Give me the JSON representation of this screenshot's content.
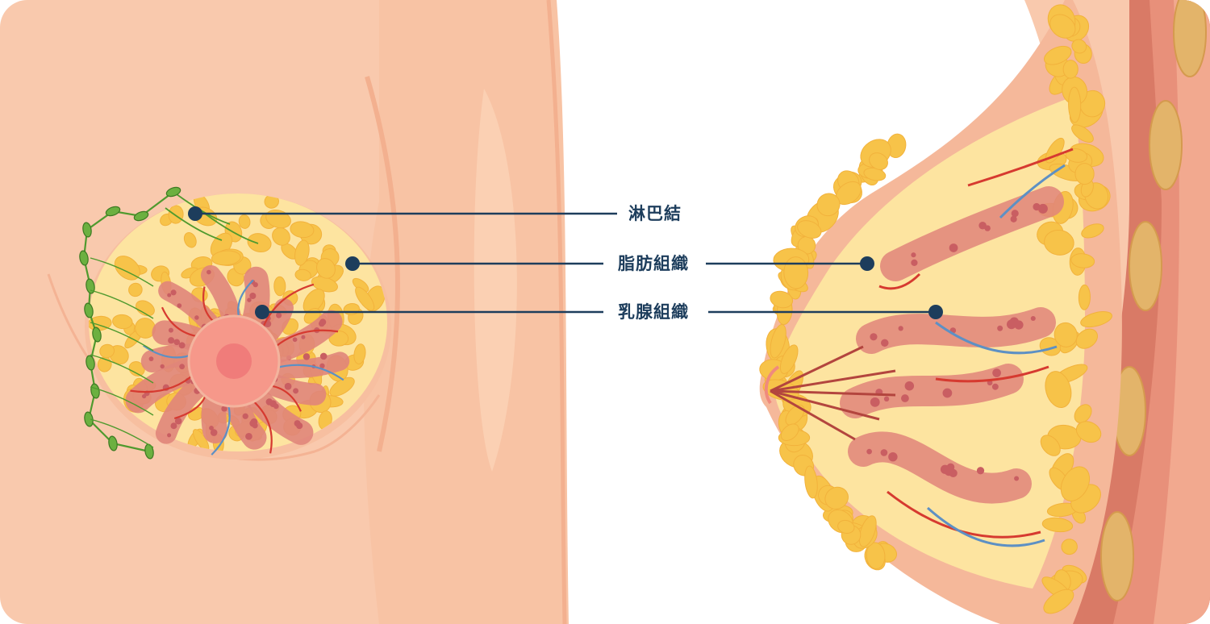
{
  "labels": {
    "lymph_node": "淋巴結",
    "adipose_tissue": "脂肪組織",
    "glandular_tissue": "乳腺組織"
  },
  "colors": {
    "skin": "#f9c9ad",
    "skin_dark": "#f4b394",
    "fat": "#f7c349",
    "fat_light": "#fde4a0",
    "gland": "#e0857a",
    "artery": "#d63a30",
    "vein": "#5d90c4",
    "lymph": "#4f9a2e",
    "leader": "#1d3d5c",
    "muscle": "#d97a66"
  },
  "icons": {
    "marker": "dot-marker-icon"
  }
}
